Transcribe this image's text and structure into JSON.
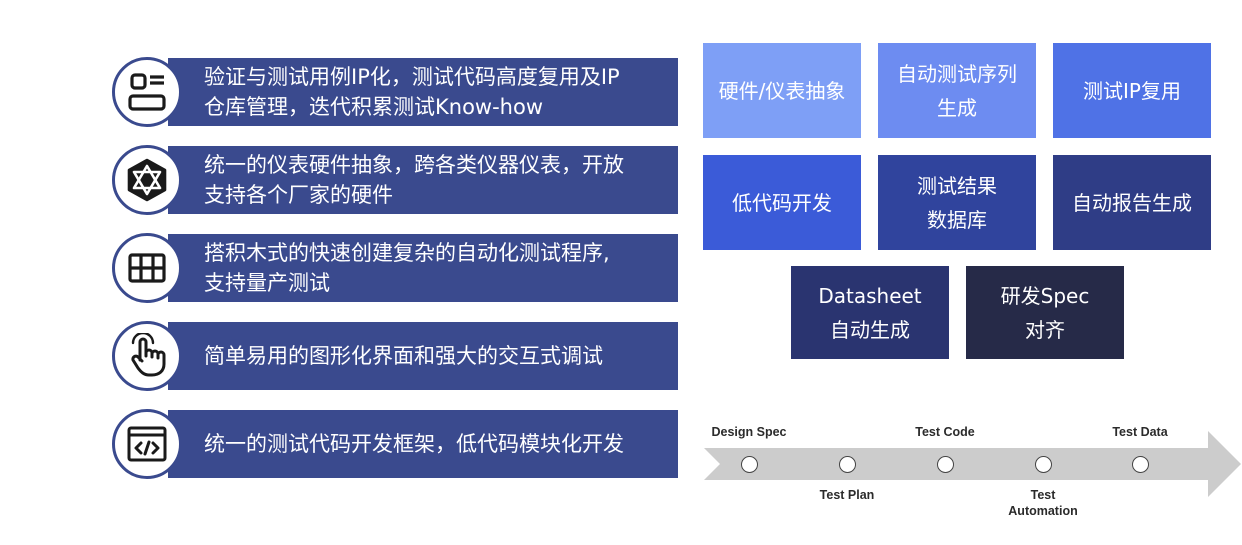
{
  "features": [
    {
      "icon": "id-card-icon",
      "lines": [
        "验证与测试用例IP化，测试代码高度复用及IP",
        "仓库管理，迭代积累测试Know-how"
      ]
    },
    {
      "icon": "polyhedron-icon",
      "lines": [
        "统一的仪表硬件抽象，跨各类仪器仪表，开放",
        "支持各个厂家的硬件"
      ]
    },
    {
      "icon": "building-blocks-icon",
      "lines": [
        "搭积木式的快速创建复杂的自动化测试程序,",
        "支持量产测试"
      ]
    },
    {
      "icon": "hand-pointer-icon",
      "lines": [
        "简单易用的图形化界面和强大的交互式调试"
      ]
    },
    {
      "icon": "code-window-icon",
      "lines": [
        "统一的测试代码开发框架，低代码模块化开发"
      ]
    }
  ],
  "tiles": [
    {
      "lines": [
        "硬件/仪表抽象"
      ],
      "color": "#7e9ff6"
    },
    {
      "lines": [
        "自动测试序列",
        "生成"
      ],
      "color": "#6d8cf1"
    },
    {
      "lines": [
        "测试IP复用"
      ],
      "color": "#4f72e6"
    },
    {
      "lines": [
        "低代码开发"
      ],
      "color": "#3b5bd8"
    },
    {
      "lines": [
        "测试结果",
        "数据库"
      ],
      "color": "#30449d"
    },
    {
      "lines": [
        "自动报告生成"
      ],
      "color": "#2f3d86"
    },
    {
      "lines": [
        "Datasheet",
        "自动生成"
      ],
      "color": "#2a3470"
    },
    {
      "lines": [
        "研发Spec",
        "对齐"
      ],
      "color": "#262a48"
    }
  ],
  "timeline": {
    "stages": [
      {
        "label": "Design Spec",
        "position": "above"
      },
      {
        "label": "Test Plan",
        "position": "below"
      },
      {
        "label": "Test Code",
        "position": "above"
      },
      {
        "label": "Test Automation",
        "position": "below",
        "lines": [
          "Test",
          "Automation"
        ]
      },
      {
        "label": "Test Data",
        "position": "above"
      }
    ],
    "arrow_color": "#cccccc"
  }
}
